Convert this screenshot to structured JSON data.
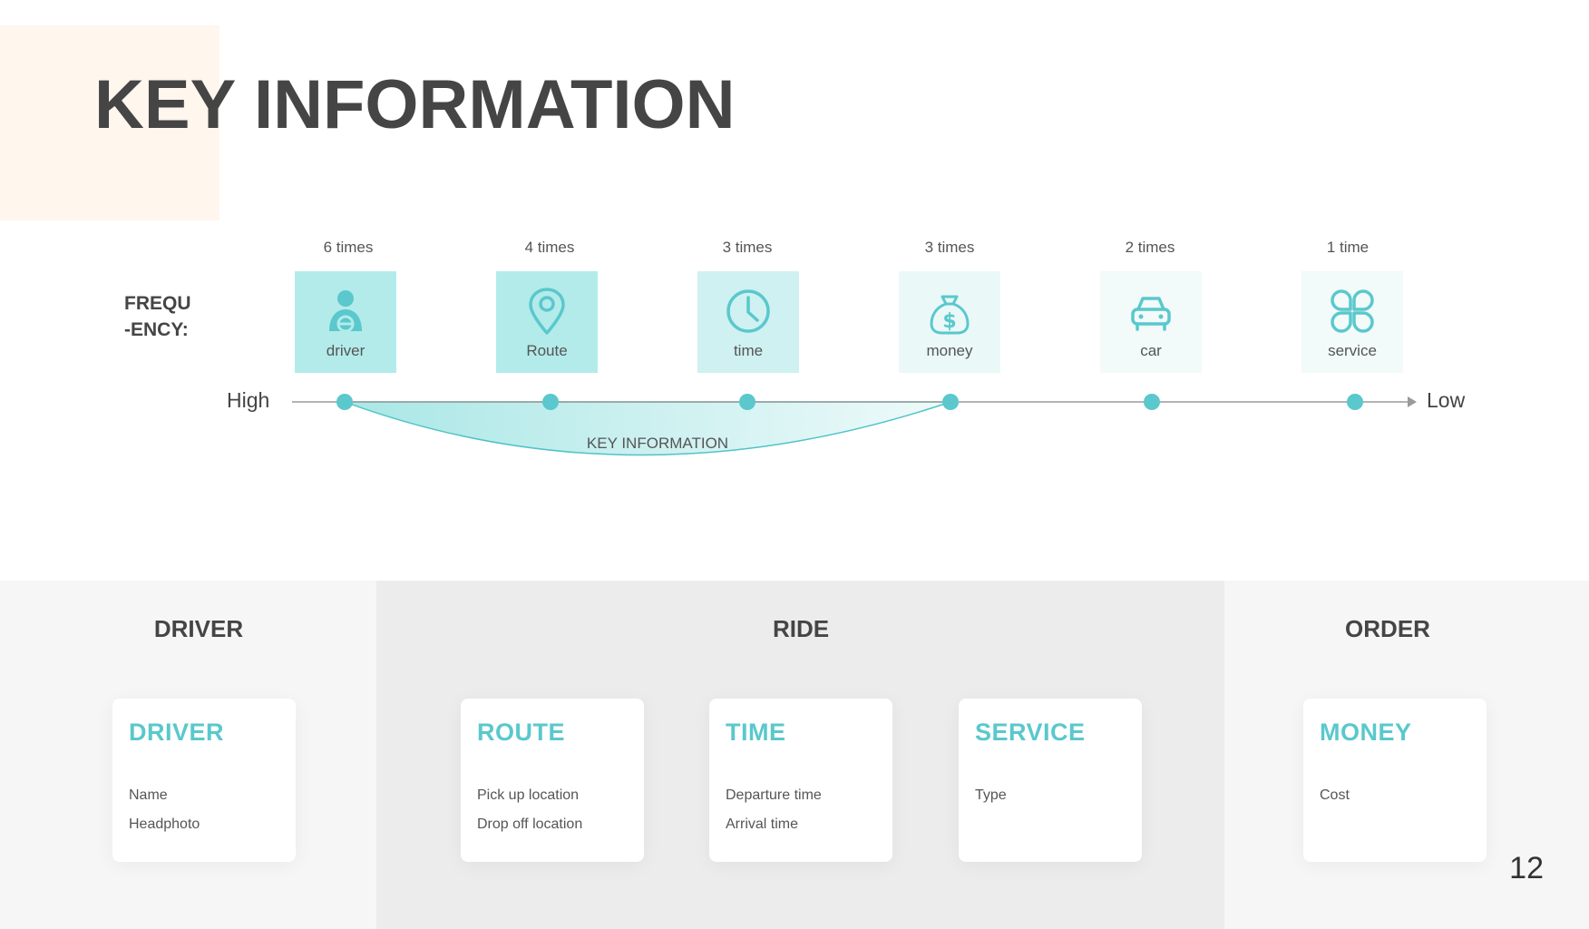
{
  "title": "KEY INFORMATION",
  "frequency_label_line1": "FREQU",
  "frequency_label_line2": "-ENCY:",
  "axis": {
    "high": "High",
    "low": "Low"
  },
  "items": [
    {
      "count": "6 times",
      "label": "driver",
      "icon": "driver-icon"
    },
    {
      "count": "4 times",
      "label": "Route",
      "icon": "location-pin-icon"
    },
    {
      "count": "3 times",
      "label": "time",
      "icon": "clock-icon"
    },
    {
      "count": "3 times",
      "label": "money",
      "icon": "money-bag-icon"
    },
    {
      "count": "2 times",
      "label": "car",
      "icon": "car-icon"
    },
    {
      "count": "1 time",
      "label": "service",
      "icon": "service-icon"
    }
  ],
  "highlight_label": "KEY INFORMATION",
  "sections": [
    {
      "title": "DRIVER"
    },
    {
      "title": "RIDE"
    },
    {
      "title": "ORDER"
    }
  ],
  "cards": [
    {
      "title": "DRIVER",
      "fields": [
        "Name",
        "Headphoto"
      ]
    },
    {
      "title": "ROUTE",
      "fields": [
        "Pick up location",
        "Drop off location"
      ]
    },
    {
      "title": "TIME",
      "fields": [
        "Departure time",
        "Arrival time"
      ]
    },
    {
      "title": "SERVICE",
      "fields": [
        "Type"
      ]
    },
    {
      "title": "MONEY",
      "fields": [
        "Cost"
      ]
    }
  ],
  "page_number": "12",
  "colors": {
    "accent": "#5ac8cc",
    "tile_strong": "#b3ebea",
    "title_accent": "#fff6ee"
  }
}
